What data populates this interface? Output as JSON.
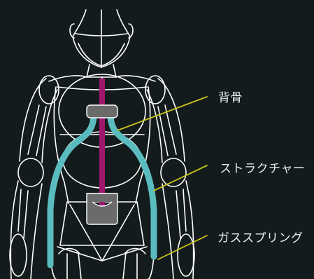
{
  "labels": {
    "spine": "背骨",
    "structure": "ストラクチャー",
    "gas_spring": "ガススプリング"
  },
  "colors": {
    "background": "#141b1c",
    "outline": "#ffffff",
    "spine": "#a0176e",
    "structure": "#5bbcbf",
    "pad": "#6b6b6b",
    "leader": "#c8c21a",
    "label_text": "#e6ecec"
  }
}
